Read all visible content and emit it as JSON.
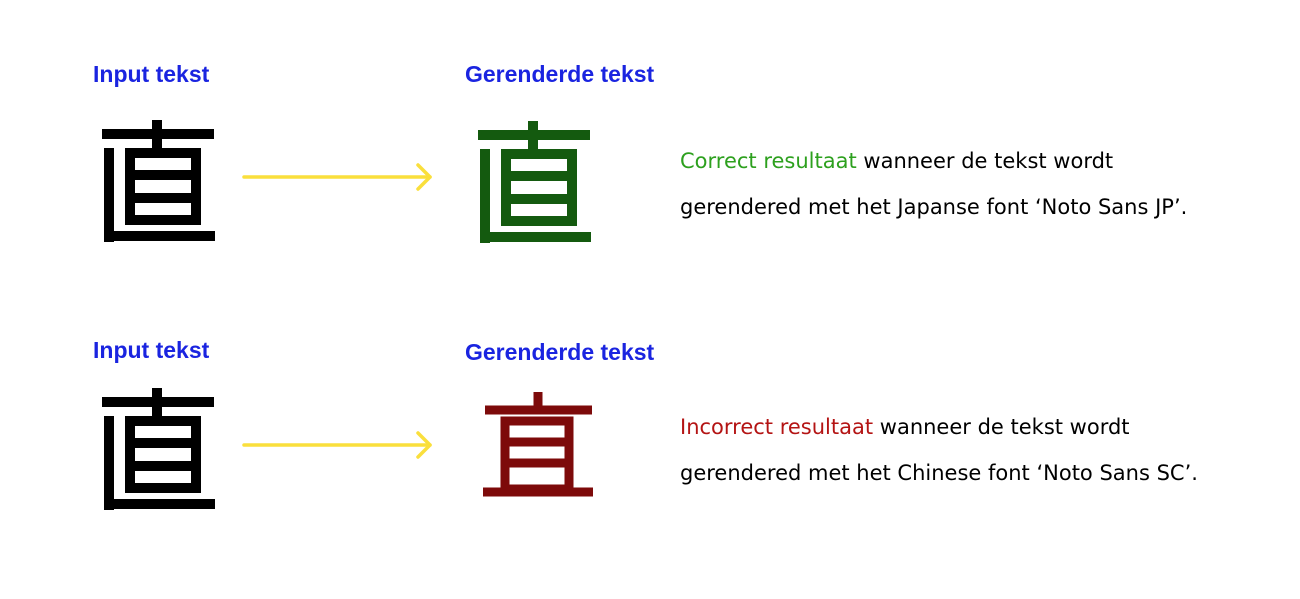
{
  "colors": {
    "heading": "#1a24e0",
    "input_glyph": "#000000",
    "arrow": "#fadf3c",
    "correct_glyph": "#145a0f",
    "correct_text": "#2da01e",
    "incorrect_glyph": "#7d0a0a",
    "incorrect_text": "#b41414"
  },
  "rows": [
    {
      "input_heading": "Input tekst",
      "output_heading": "Gerenderde tekst",
      "input_glyph_icon": "kanji-choku-japanese-form-icon",
      "output_glyph_icon": "kanji-choku-japanese-form-icon",
      "result_label": "Correct resultaat",
      "line1_rest": " wanneer de tekst wordt",
      "line2": "gerendered met het Japanse font ‘Noto Sans JP’."
    },
    {
      "input_heading": "Input tekst",
      "output_heading": "Gerenderde tekst",
      "input_glyph_icon": "kanji-choku-japanese-form-icon",
      "output_glyph_icon": "kanji-choku-chinese-form-icon",
      "result_label": "Incorrect resultaat",
      "line1_rest": " wanneer de tekst wordt",
      "line2": "gerendered met het Chinese font ‘Noto Sans SC’."
    }
  ]
}
